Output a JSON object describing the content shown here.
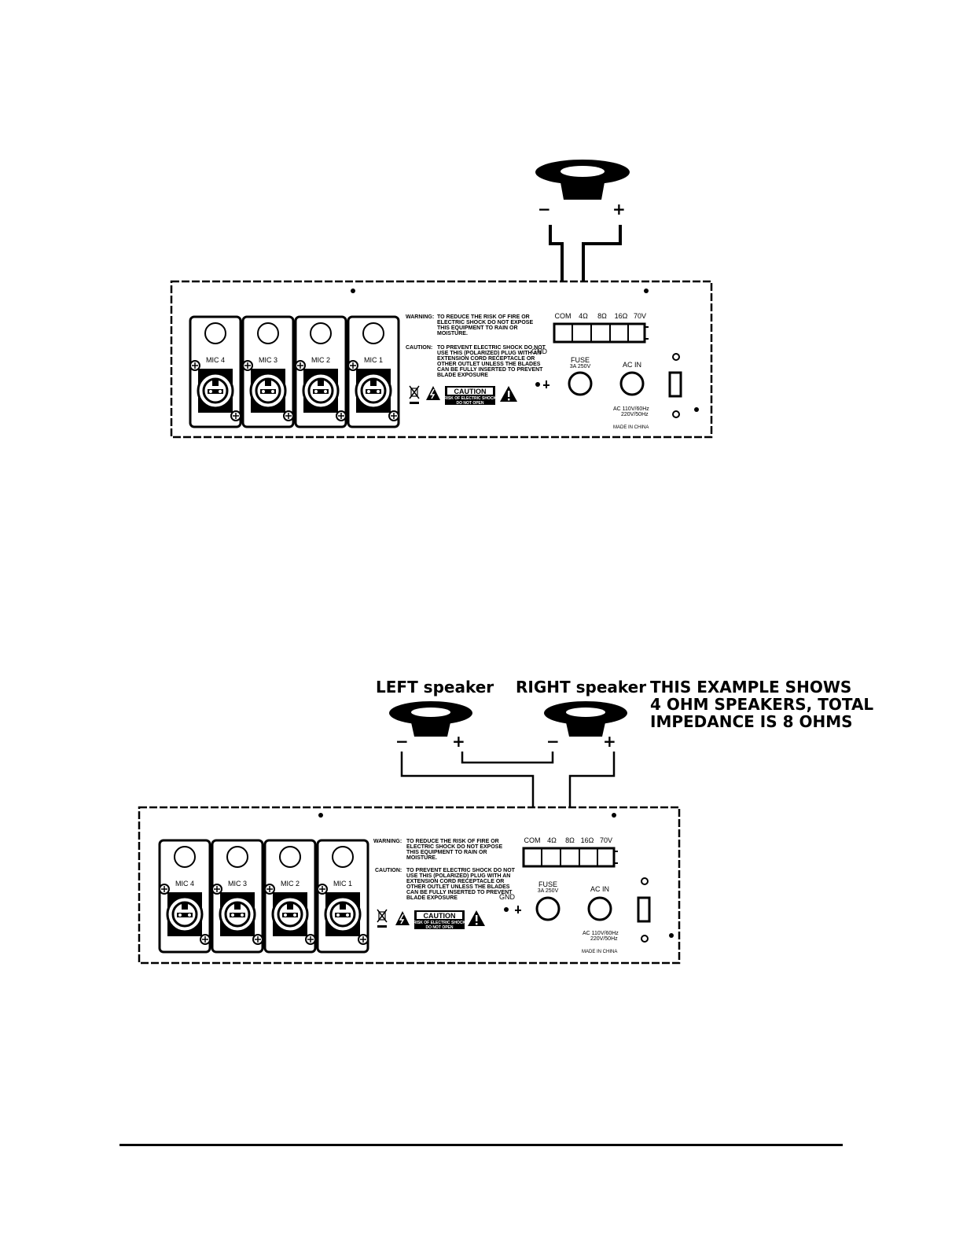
{
  "panel": {
    "mic_labels": [
      "MIC 4",
      "MIC 3",
      "MIC 2",
      "MIC 1"
    ],
    "warning_label": "WARNING:",
    "warning_text": [
      "TO REDUCE THE RISK OF FIRE OR",
      "ELECTRIC SHOCK DO NOT EXPOSE",
      "THIS EQUIPMENT TO RAIN OR",
      "MOISTURE."
    ],
    "caution_label": "CAUTION:",
    "caution_text": [
      "TO PREVENT ELECTRIC SHOCK DO NOT",
      "USE THIS (POLARIZED) PLUG WITH AN",
      "EXTENSION CORD RECEPTACLE OR",
      "OTHER OUTLET UNLESS THE BLADES",
      "CAN BE FULLY INSERTED TO PREVENT",
      "BLADE EXPOSURE"
    ],
    "caution_box_title": "CAUTION",
    "caution_box_sub1": "RISK OF ELECTRIC SHOCK",
    "caution_box_sub2": "DO NOT OPEN",
    "terminal_labels": [
      "COM",
      "4Ω",
      "8Ω",
      "16Ω",
      "70V"
    ],
    "gnd_label": "GND",
    "fuse_label": "FUSE",
    "fuse_rating": "3A 250V",
    "ac_in_label": "AC IN",
    "ac_rating_1": "AC 110V/60Hz",
    "ac_rating_2": "220V/50Hz",
    "made_in": "MADE IN CHINA"
  },
  "diagram1": {
    "speaker_minus": "−",
    "speaker_plus": "+"
  },
  "diagram2": {
    "left_label": "LEFT speaker",
    "right_label": "RIGHT speaker",
    "note_lines": [
      "THIS EXAMPLE SHOWS",
      "4 OHM SPEAKERS, TOTAL",
      "IMPEDANCE IS 8 OHMS"
    ],
    "minus": "−",
    "plus": "+"
  }
}
